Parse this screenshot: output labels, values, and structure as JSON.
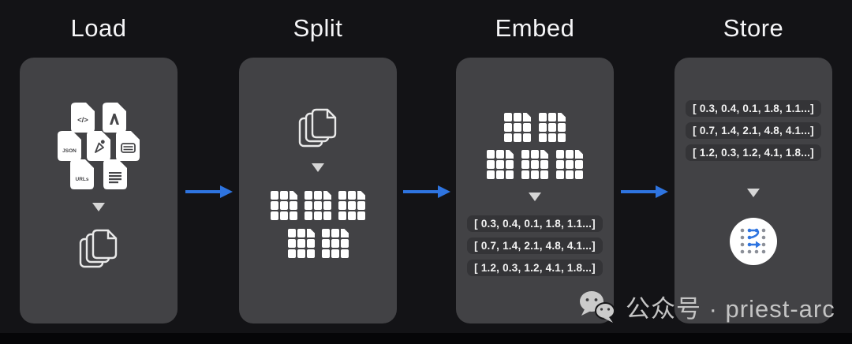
{
  "stages": [
    {
      "title": "Load"
    },
    {
      "title": "Split"
    },
    {
      "title": "Embed"
    },
    {
      "title": "Store"
    }
  ],
  "load_docs": {
    "code_label": "</>",
    "json_label": "JSON",
    "urls_label": "URLs"
  },
  "embed": {
    "vectors": [
      "[ 0.3, 0.4, 0.1, 1.8, 1.1...]",
      "[ 0.7, 1.4, 2.1, 4.8, 4.1...]",
      "[ 1.2, 0.3, 1.2, 4.1, 1.8...]"
    ]
  },
  "store": {
    "vectors": [
      "[ 0.3, 0.4, 0.1, 1.8, 1.1...]",
      "[ 0.7, 1.4, 2.1, 4.8, 4.1...]",
      "[ 1.2, 0.3, 1.2, 4.1, 1.8...]"
    ]
  },
  "watermark": {
    "text": "公众号 · priest-arc"
  },
  "colors": {
    "background": "#131316",
    "panel": "#424245",
    "pill": "#343437",
    "arrow_blue": "#2e74e0",
    "title_text": "#f5f5f7",
    "watermark_text": "#c4c4c4"
  }
}
